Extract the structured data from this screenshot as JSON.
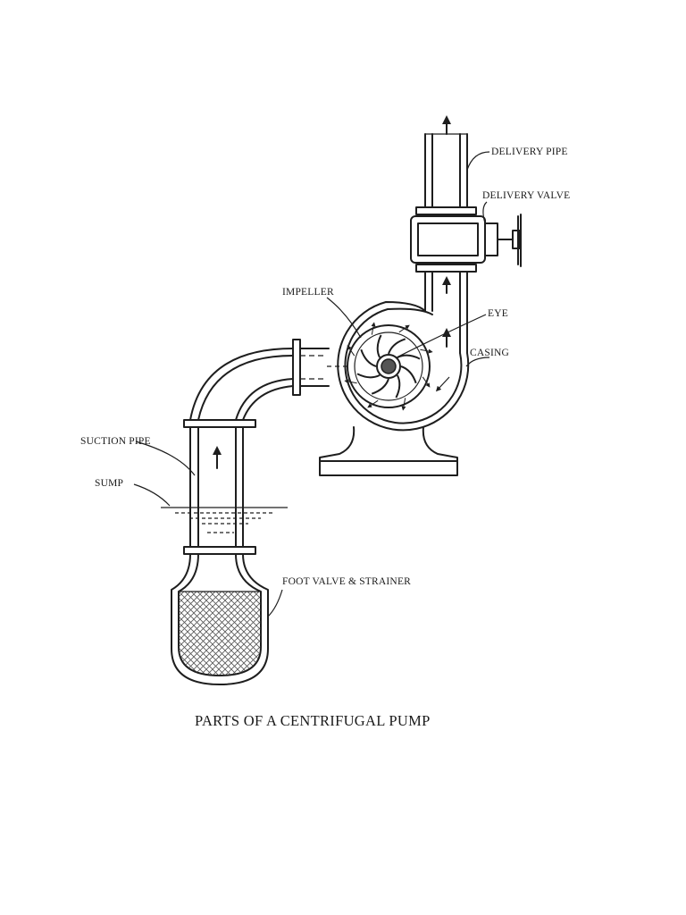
{
  "title": "PARTS OF A CENTRIFUGAL PUMP",
  "labels": {
    "delivery_pipe": "DELIVERY PIPE",
    "delivery_valve": "DELIVERY VALVE",
    "impeller": "IMPELLER",
    "eye": "EYE",
    "casing": "CASING",
    "suction_pipe": "SUCTION PIPE",
    "sump": "SUMP",
    "foot_valve": "FOOT VALVE & STRAINER"
  },
  "colors": {
    "ink": "#1e1e1e",
    "paper": "#ffffff"
  }
}
